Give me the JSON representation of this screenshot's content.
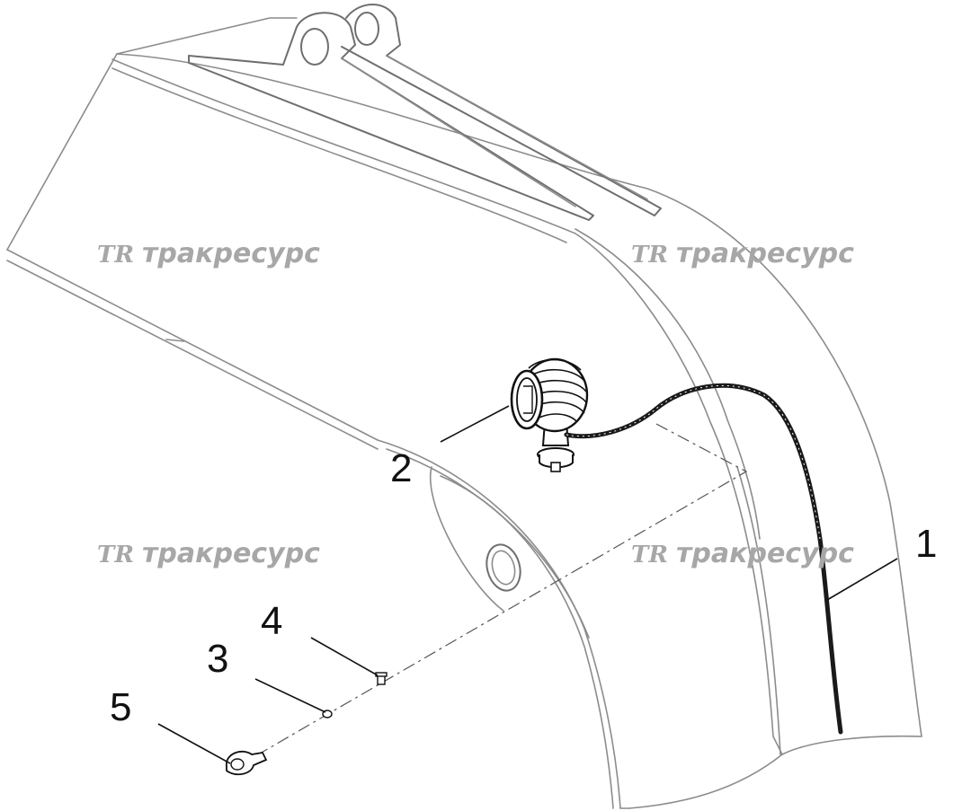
{
  "watermark": {
    "logo_text": "TR",
    "brand_text": "тракресурс"
  },
  "callouts": [
    {
      "id": "1",
      "label": "1"
    },
    {
      "id": "2",
      "label": "2"
    },
    {
      "id": "3",
      "label": "3"
    },
    {
      "id": "4",
      "label": "4"
    },
    {
      "id": "5",
      "label": "5"
    }
  ],
  "colors": {
    "line_art": "#8c8c8c",
    "cable": "#1a1a1a",
    "watermark": "#a7a7a7",
    "callout": "#111111"
  }
}
